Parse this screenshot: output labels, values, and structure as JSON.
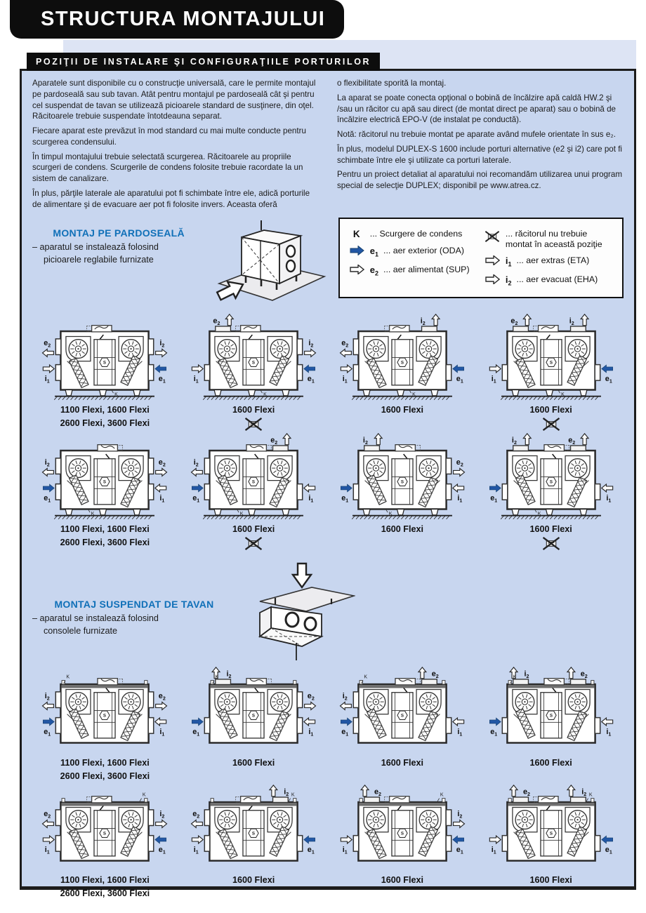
{
  "page": {
    "title": "STRUCTURA MONTAJULUI",
    "section_bar": "POZIŢII DE INSTALARE ŞI CONFIGURAŢIILE PORTURILOR"
  },
  "colors": {
    "panel_bg": "#c8d6ef",
    "strip_bg": "#dde4f4",
    "heading_blue": "#1070b8",
    "arrow_blue": "#2257a5",
    "bar_black": "#0d0d0d"
  },
  "intro": {
    "col1": [
      "Aparatele sunt disponibile cu o construcţie universală, care le permite montajul pe pardoseală sau sub tavan. Atât pentru montajul pe pardoseală cât şi pentru cel suspendat de tavan se utilizează picioarele standard de susţinere, din oţel. Răcitoarele trebuie suspendate întotdeauna separat.",
      "Fiecare aparat este prevăzut în mod standard cu mai multe conducte pentru scurgerea condensului.",
      "În timpul montajului trebuie selectată scurgerea. Răcitoarele au propriile scurgeri de condens. Scurgerile de condens folosite trebuie racordate la un sistem de canalizare.",
      "În plus, părţile laterale ale aparatului pot fi schimbate între ele, adică porturile de alimentare şi de evacuare aer pot fi folosite invers. Aceasta oferă"
    ],
    "col2": [
      "o flexibilitate sporită la montaj.",
      "La aparat se poate conecta opţional o bobină de încălzire apă caldă HW.2 şi /sau un răcitor cu apă sau direct (de montat direct pe aparat) sau o bobină de încălzire electrică EPO-V (de instalat pe conductă).",
      "Notă: răcitorul nu trebuie montat pe aparate având mufele orientate în sus e₂.",
      "În plus, modelul DUPLEX-S 1600 include porturi alternative (e2 şi i2) care pot fi schimbate între ele şi utilizate ca porturi laterale.",
      "Pentru un proiect detaliat al aparatului noi recomandăm utilizarea unui program special de selecţie DUPLEX; disponibil pe www.atrea.cz."
    ]
  },
  "floor_section": {
    "heading": "MONTAJ PE PARDOSEALĂ",
    "bullets": [
      "– aparatul se instalează folosind",
      "picioarele reglabile furnizate"
    ]
  },
  "ceiling_section": {
    "heading": "MONTAJ SUSPENDAT DE TAVAN",
    "bullets": [
      "– aparatul se instalează folosind",
      "consolele furnizate"
    ]
  },
  "legend": {
    "left": [
      {
        "symbol": "K",
        "text": "... Scurgere de condens"
      },
      {
        "port": "e1",
        "arrow": "solid",
        "text": "... aer exterior (ODA)"
      },
      {
        "port": "e2",
        "arrow": "outline",
        "text": "... aer alimentat (SUP)"
      }
    ],
    "right": [
      {
        "symbol": "no-cooler",
        "text": "... răcitorul nu trebuie montat în această poziţie"
      },
      {
        "port": "i1",
        "arrow": "outline",
        "text": "... aer extras (ETA)"
      },
      {
        "port": "i2",
        "arrow": "outline",
        "text": "... aer evacuat (EHA)"
      }
    ]
  },
  "diagram_rows": [
    {
      "mount": "floor",
      "mirrored": false,
      "items": [
        {
          "models": [
            "1100 Flexi, 1600 Flexi",
            "2600 Flexi, 3600 Flexi"
          ],
          "no_cooler": false,
          "ports": {
            "left_top": "e2",
            "left_bottom": "i1",
            "right_top": "i2",
            "right_bottom": "e1"
          }
        },
        {
          "models": [
            "1600 Flexi"
          ],
          "no_cooler": true,
          "ports": {
            "top_left": "e2",
            "left_bottom": "i1",
            "right_top": "i2",
            "right_bottom": "e1"
          }
        },
        {
          "models": [
            "1600 Flexi"
          ],
          "no_cooler": false,
          "ports": {
            "left_top": "e2",
            "left_bottom": "i1",
            "top_right": "i2",
            "right_bottom": "e1"
          }
        },
        {
          "models": [
            "1600 Flexi"
          ],
          "no_cooler": true,
          "ports": {
            "top_left": "e2",
            "top_right": "i2",
            "left_bottom": "i1",
            "right_bottom": "e1"
          }
        }
      ]
    },
    {
      "mount": "floor",
      "mirrored": true,
      "items": [
        {
          "models": [
            "1100 Flexi, 1600 Flexi",
            "2600 Flexi, 3600 Flexi"
          ],
          "no_cooler": false,
          "ports": {
            "left_top": "i2",
            "left_bottom": "e1",
            "right_top": "e2",
            "right_bottom": "i1"
          }
        },
        {
          "models": [
            "1600 Flexi"
          ],
          "no_cooler": true,
          "ports": {
            "left_top": "i2",
            "left_bottom": "e1",
            "top_right": "e2",
            "right_bottom": "i1"
          }
        },
        {
          "models": [
            "1600 Flexi"
          ],
          "no_cooler": false,
          "ports": {
            "top_left": "i2",
            "left_bottom": "e1",
            "right_top": "e2",
            "right_bottom": "i1"
          }
        },
        {
          "models": [
            "1600 Flexi"
          ],
          "no_cooler": true,
          "ports": {
            "top_left": "i2",
            "top_right": "e2",
            "left_bottom": "e1",
            "right_bottom": "i1"
          }
        }
      ]
    },
    {
      "mount": "ceiling",
      "mirrored": true,
      "items": [
        {
          "models": [
            "1100 Flexi, 1600 Flexi",
            "2600 Flexi, 3600 Flexi"
          ],
          "no_cooler": false,
          "ports": {
            "left_top": "i2",
            "left_bottom": "e1",
            "right_top": "e2",
            "right_bottom": "i1"
          }
        },
        {
          "models": [
            "1600 Flexi"
          ],
          "no_cooler": false,
          "ports": {
            "top_left": "i2",
            "left_bottom": "e1",
            "right_top": "e2",
            "right_bottom": "i1"
          }
        },
        {
          "models": [
            "1600 Flexi"
          ],
          "no_cooler": false,
          "ports": {
            "left_top": "i2",
            "left_bottom": "e1",
            "top_right": "e2",
            "right_bottom": "i1"
          }
        },
        {
          "models": [
            "1600 Flexi"
          ],
          "no_cooler": false,
          "ports": {
            "top_left": "i2",
            "top_right": "e2",
            "left_bottom": "e1",
            "right_bottom": "i1"
          }
        }
      ]
    },
    {
      "mount": "ceiling",
      "mirrored": false,
      "items": [
        {
          "models": [
            "1100 Flexi, 1600 Flexi",
            "2600 Flexi, 3600 Flexi"
          ],
          "no_cooler": false,
          "ports": {
            "left_top": "e2",
            "left_bottom": "i1",
            "right_top": "i2",
            "right_bottom": "e1"
          }
        },
        {
          "models": [
            "1600 Flexi"
          ],
          "no_cooler": false,
          "ports": {
            "left_top": "e2",
            "left_bottom": "i1",
            "top_right": "i2",
            "right_bottom": "e1"
          }
        },
        {
          "models": [
            "1600 Flexi"
          ],
          "no_cooler": false,
          "ports": {
            "top_left": "e2",
            "left_bottom": "i1",
            "right_top": "i2",
            "right_bottom": "e1"
          }
        },
        {
          "models": [
            "1600 Flexi"
          ],
          "no_cooler": false,
          "ports": {
            "top_left": "e2",
            "top_right": "i2",
            "left_bottom": "i1",
            "right_bottom": "e1"
          }
        }
      ]
    }
  ]
}
